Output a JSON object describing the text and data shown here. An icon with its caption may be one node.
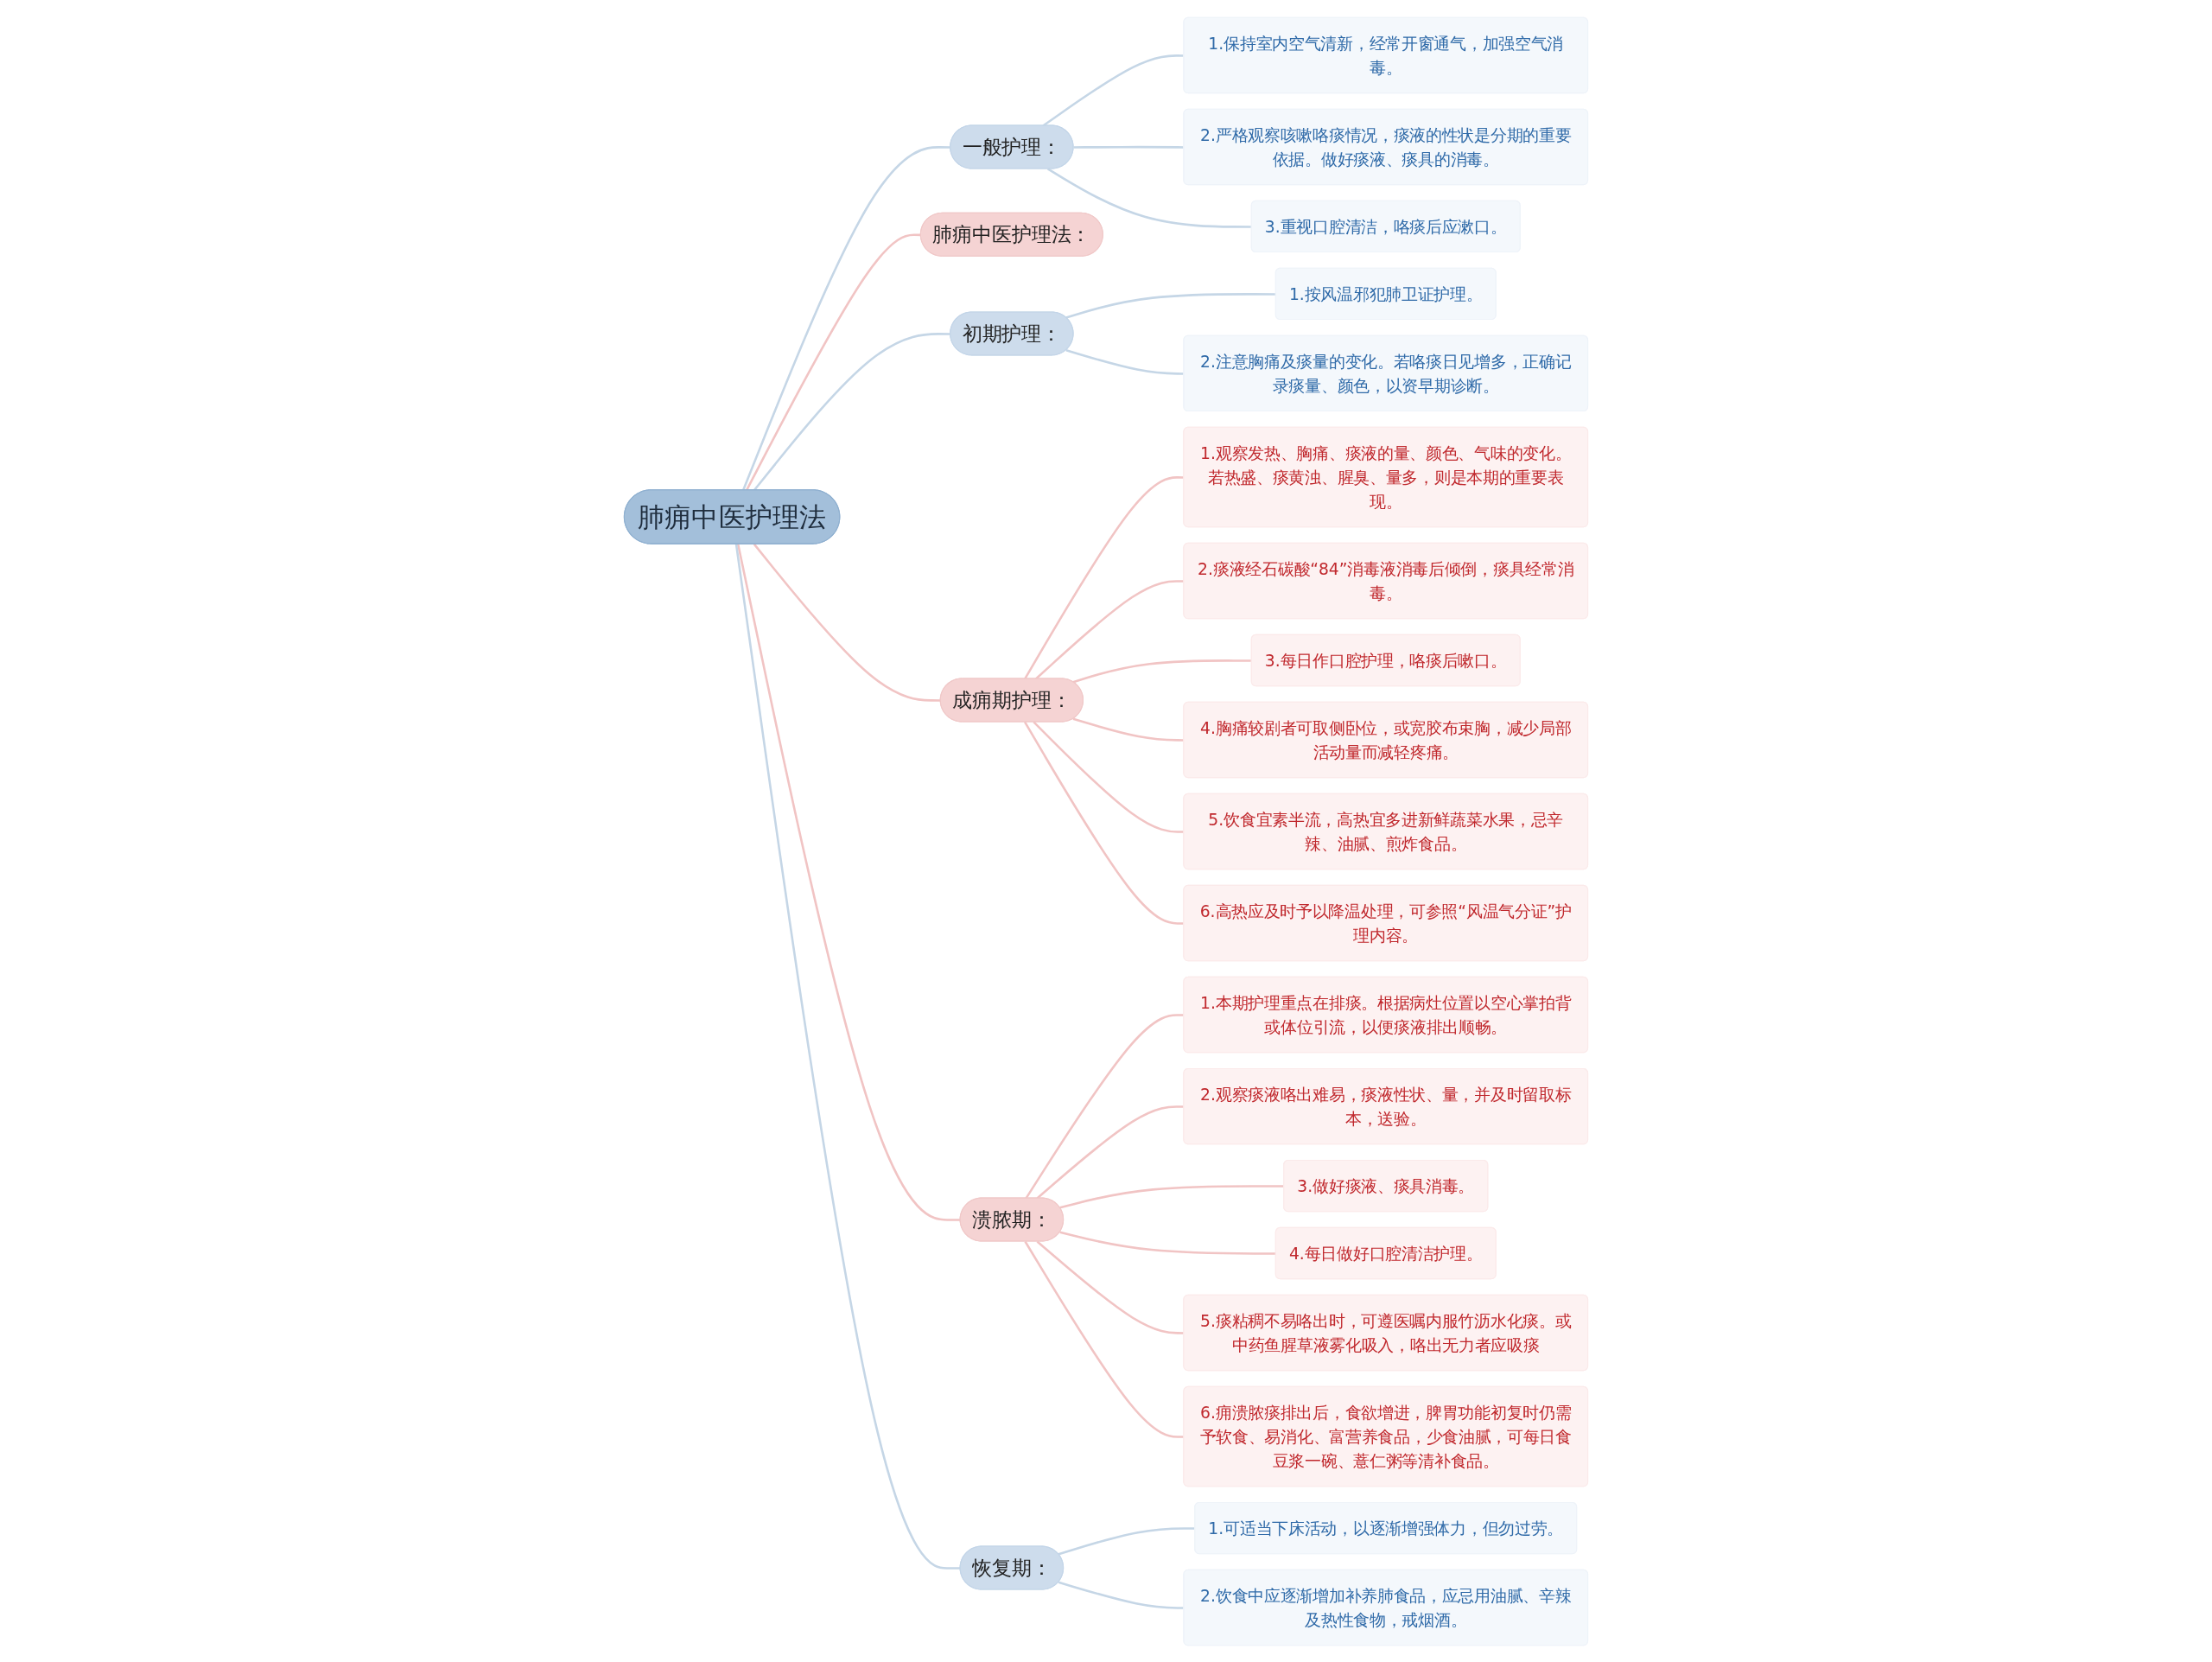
{
  "diagram": {
    "nodes": [
      {
        "text": [
          "肺痈中医护理法"
        ]
      },
      {
        "text": [
          "一般护理："
        ]
      },
      {
        "text": [
          "1.保持室内空气清新，经常开窗通气，加强空气消毒。"
        ]
      },
      {
        "text": [
          "2.严格观察咳嗽咯痰情况，痰液的性状是分期的重要依据。做好痰液、痰具的消毒。"
        ]
      },
      {
        "text": [
          "3.重视口腔清洁，咯痰后应漱口。"
        ]
      },
      {
        "text": [
          "肺痈中医护理法："
        ]
      },
      {
        "text": [
          "初期护理："
        ]
      },
      {
        "text": [
          "1.按风温邪犯肺卫证护理。"
        ]
      },
      {
        "text": [
          "2.注意胸痛及痰量的变化。若咯痰日见增多，正确记录痰量、颜色，以资早期诊断。"
        ]
      },
      {
        "text": [
          "成痈期护理："
        ]
      },
      {
        "text": [
          "1.观察发热、胸痛、痰液的量、颜色、气味的变化。若热盛、痰黄浊、腥臭、量多，则是本期的重要表现。"
        ]
      },
      {
        "text": [
          "2.痰液经石碳酸“84”消毒液消毒后倾倒，痰具经常消毒。"
        ]
      },
      {
        "text": [
          "3.每日作口腔护理，咯痰后嗽口。"
        ]
      },
      {
        "text": [
          "4.胸痛较剧者可取侧卧位，或宽胶布束胸，减少局部活动量而减轻疼痛。"
        ]
      },
      {
        "text": [
          "5.饮食宜素半流，高热宜多进新鲜蔬菜水果，忌辛辣、油腻、煎炸食品。"
        ]
      },
      {
        "text": [
          "6.高热应及时予以降温处理，可参照“风温气分证”护理内容。"
        ]
      },
      {
        "text": [
          "溃脓期："
        ]
      },
      {
        "text": [
          "1.本期护理重点在排痰。根据病灶位置以空心掌拍背或体位引流，以便痰液排出顺畅。"
        ]
      },
      {
        "text": [
          "2.观察痰液咯出难易，痰液性状、量，并及时留取标本，送验。"
        ]
      },
      {
        "text": [
          "3.做好痰液、痰具消毒。"
        ]
      },
      {
        "text": [
          "4.每日做好口腔清洁护理。"
        ]
      },
      {
        "text": [
          "5.痰粘稠不易咯出时，可遵医嘱内服竹沥水化痰。或中药鱼腥草液雾化吸入，咯出无力者应吸痰"
        ]
      },
      {
        "text": [
          "6.痈溃脓痰排出后，食欲增进，脾胃功能初复时仍需予软食、易消化、富营养食品，少食油腻，可每日食豆浆一碗、薏仁粥等清补食品。"
        ]
      },
      {
        "text": [
          "恢复期："
        ]
      },
      {
        "text": [
          "1.可适当下床活动，以逐渐增强体力，但勿过劳。"
        ]
      },
      {
        "text": [
          "2.饮食中应逐渐增加补养肺食品，应忌用油腻、辛辣及热性食物，戒烟酒。"
        ]
      }
    ],
    "edges": [
      {
        "from": 0,
        "to": 1,
        "arrow": "none"
      },
      {
        "from": 1,
        "to": 2,
        "arrow": "none"
      },
      {
        "from": 1,
        "to": 3,
        "arrow": "none"
      },
      {
        "from": 1,
        "to": 4,
        "arrow": "none"
      },
      {
        "from": 0,
        "to": 5,
        "arrow": "none",
        "color": "#f1c4c4"
      },
      {
        "from": 0,
        "to": 6,
        "arrow": "none"
      },
      {
        "from": 6,
        "to": 7,
        "arrow": "none"
      },
      {
        "from": 6,
        "to": 8,
        "arrow": "none"
      },
      {
        "from": 0,
        "to": 9,
        "arrow": "none",
        "color": "#f1c4c4"
      },
      {
        "from": 9,
        "to": 10,
        "arrow": "none",
        "color": "#f1c4c4"
      },
      {
        "from": 9,
        "to": 11,
        "arrow": "none",
        "color": "#f1c4c4"
      },
      {
        "from": 9,
        "to": 12,
        "arrow": "none",
        "color": "#f1c4c4"
      },
      {
        "from": 9,
        "to": 13,
        "arrow": "none",
        "color": "#f1c4c4"
      },
      {
        "from": 9,
        "to": 14,
        "arrow": "none",
        "color": "#f1c4c4"
      },
      {
        "from": 9,
        "to": 15,
        "arrow": "none",
        "color": "#f1c4c4"
      },
      {
        "from": 0,
        "to": 16,
        "arrow": "none",
        "color": "#f1c4c4"
      },
      {
        "from": 16,
        "to": 17,
        "arrow": "none",
        "color": "#f1c4c4"
      },
      {
        "from": 16,
        "to": 18,
        "arrow": "none",
        "color": "#f1c4c4"
      },
      {
        "from": 16,
        "to": 19,
        "arrow": "none",
        "color": "#f1c4c4"
      },
      {
        "from": 16,
        "to": 20,
        "arrow": "none",
        "color": "#f1c4c4"
      },
      {
        "from": 16,
        "to": 21,
        "arrow": "none",
        "color": "#f1c4c4"
      },
      {
        "from": 16,
        "to": 22,
        "arrow": "none",
        "color": "#f1c4c4"
      },
      {
        "from": 0,
        "to": 23,
        "arrow": "none"
      },
      {
        "from": 23,
        "to": 24,
        "arrow": "none"
      },
      {
        "from": 23,
        "to": 25,
        "arrow": "none"
      }
    ]
  }
}
